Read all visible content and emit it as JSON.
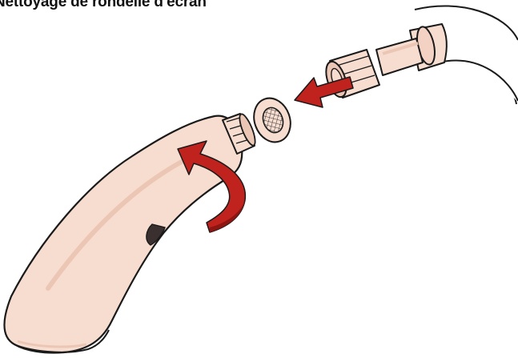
{
  "diagram": {
    "title": "Nettoyage de rondelle d'écran",
    "colors": {
      "skin": "#f7ddd0",
      "skin_shade": "#ecc6b4",
      "outline": "#1a1a1a",
      "arrow": "#c0221d",
      "arrow_dark": "#8e1512"
    },
    "parts": [
      {
        "name": "shower-head",
        "icon": "handle-sprayer"
      },
      {
        "name": "hose-nut",
        "icon": "threaded-nut"
      },
      {
        "name": "screen-washer",
        "icon": "mesh-washer"
      }
    ],
    "arrows": [
      {
        "name": "remove-washer",
        "direction": "left"
      },
      {
        "name": "unscrew",
        "direction": "counterclockwise"
      }
    ]
  }
}
